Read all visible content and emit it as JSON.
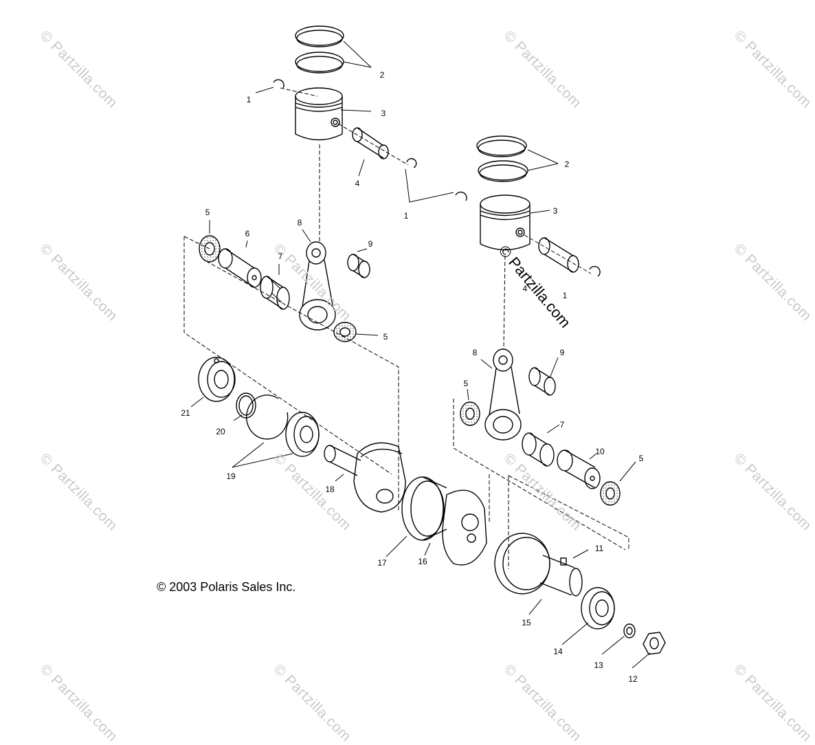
{
  "watermark_text": "© Partzilla.com",
  "main_watermark": "© Partzilla.com",
  "copyright": "© 2003 Polaris Sales Inc.",
  "callouts": {
    "c1a": "1",
    "c2a": "2",
    "c3a": "3",
    "c4a": "4",
    "c1b": "1",
    "c2b": "2",
    "c3b": "3",
    "c4b": "4",
    "c1c": "1",
    "c5a": "5",
    "c6": "6",
    "c7a": "7",
    "c8a": "8",
    "c9a": "9",
    "c5b": "5",
    "c8b": "8",
    "c9b": "9",
    "c5c": "5",
    "c7b": "7",
    "c10": "10",
    "c5d": "5",
    "c21": "21",
    "c20": "20",
    "c19": "19",
    "c18": "18",
    "c17": "17",
    "c16": "16",
    "c11": "11",
    "c15": "15",
    "c14": "14",
    "c13": "13",
    "c12": "12"
  }
}
